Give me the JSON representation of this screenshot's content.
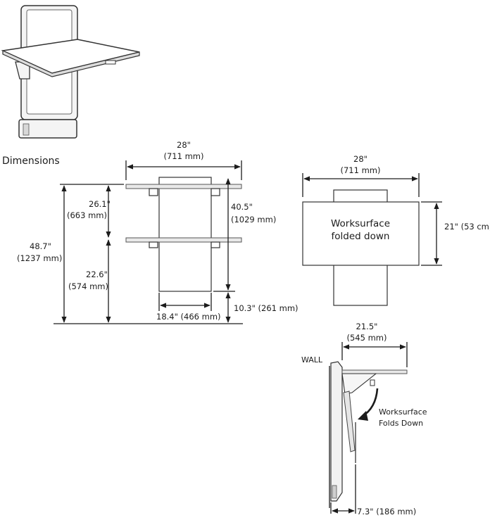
{
  "section_heading": "Dimensions",
  "front_view": {
    "top_width_in": "28\"",
    "top_width_mm": "(711 mm)",
    "upper_height_in": "26.1\"",
    "upper_height_mm": "(663 mm)",
    "overall_height_in": "48.7\"",
    "overall_height_mm": "(1237 mm)",
    "lower_height_in": "22.6\"",
    "lower_height_mm": "(574 mm)",
    "panel_height_in": "40.5\"",
    "panel_height_mm": "(1029 mm)",
    "floor_gap": "10.3\" (261 mm)",
    "panel_width": "18.4\" (466 mm)"
  },
  "folded_view": {
    "width_in": "28\"",
    "width_mm": "(711 mm)",
    "depth": "21\" (53 cm)",
    "label_line1": "Worksurface",
    "label_line2": "folded down"
  },
  "side_view": {
    "depth_in": "21.5\"",
    "depth_mm": "(545 mm)",
    "wall_label": "WALL",
    "note_line1": "Worksurface",
    "note_line2": "Folds Down",
    "bottom_depth": "7.3\" (186 mm)"
  }
}
